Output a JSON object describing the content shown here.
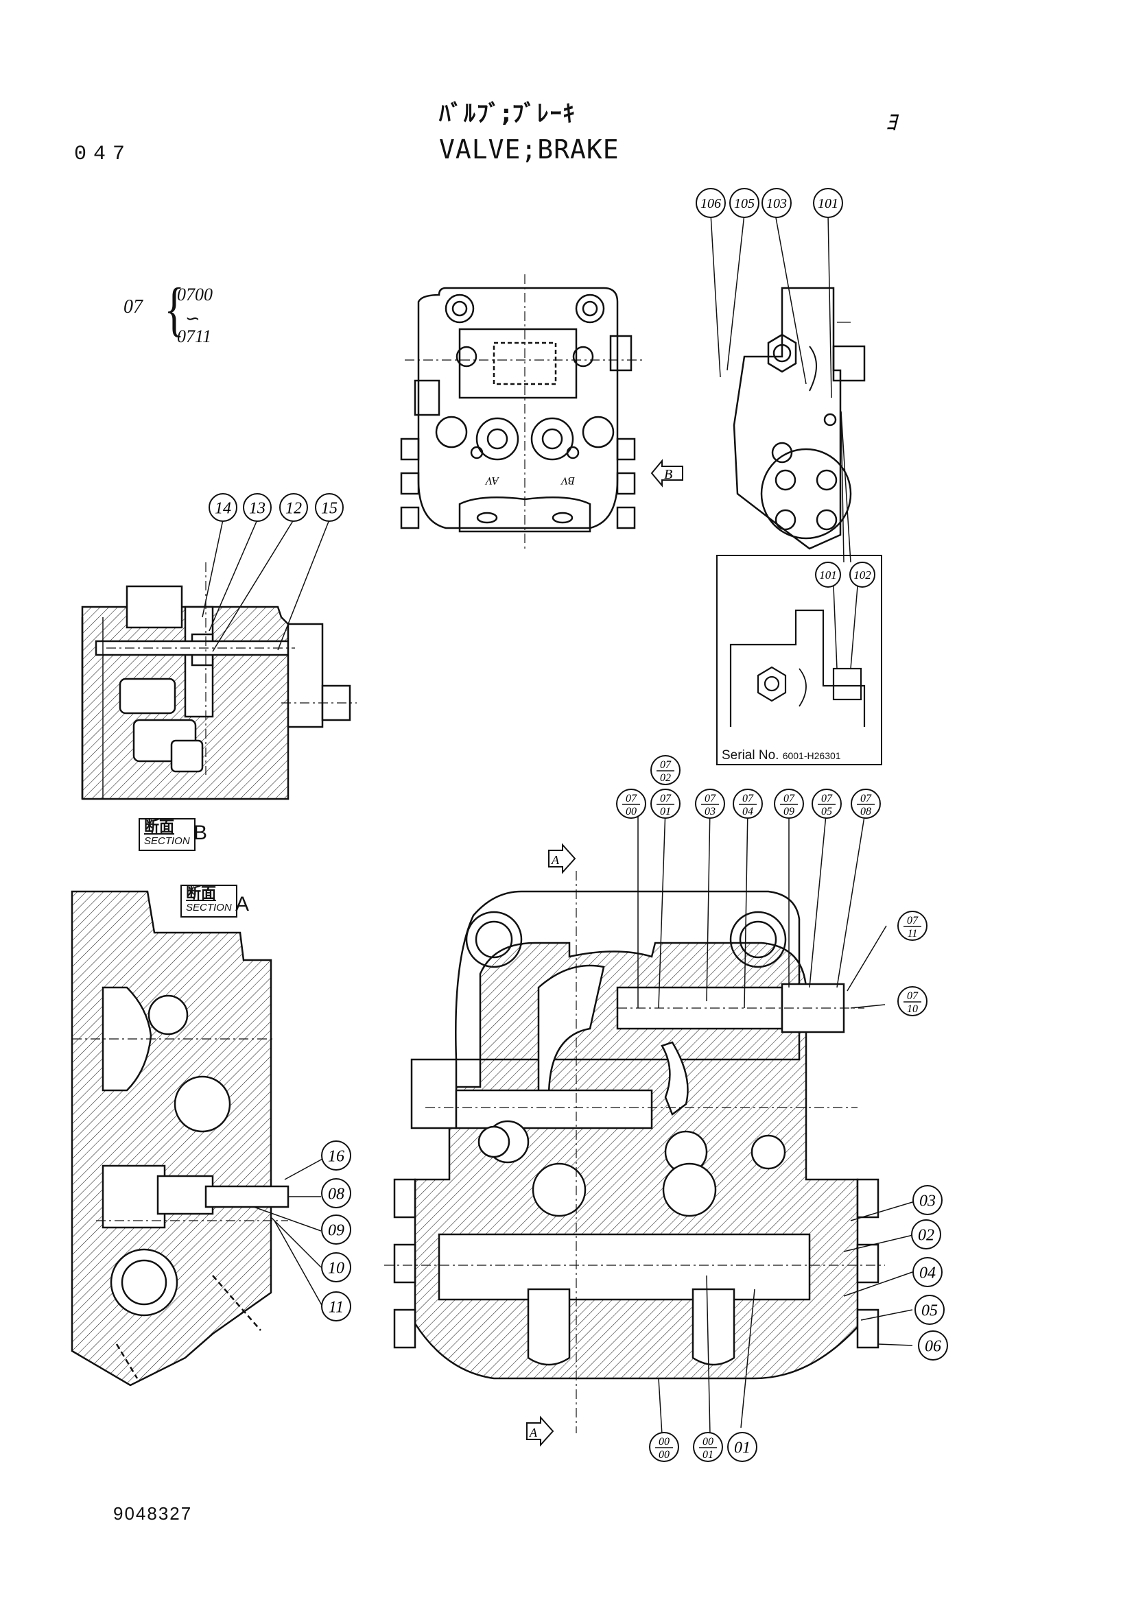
{
  "header": {
    "page_number": "047",
    "title_jp": "ﾊﾞﾙﾌﾞ;ﾌﾞﾚｰｷ",
    "title_en": "VALVE;BRAKE",
    "corner_mark": "ﾖ"
  },
  "assembly_range": {
    "prefix": "07",
    "from": "0700",
    "separator": "∽",
    "to": "0711"
  },
  "sections": [
    {
      "jp": "断面",
      "en": "SECTION",
      "letter": "B"
    },
    {
      "jp": "断面",
      "en": "SECTION",
      "letter": "A"
    }
  ],
  "view_markers": {
    "view_b": "B",
    "cut_a_top": "A",
    "cut_a_bottom": "A"
  },
  "port_labels": {
    "a": "AV",
    "b": "BV"
  },
  "detail": {
    "serial_label": "Serial No.",
    "serial_value": "6001-H26301",
    "callouts": [
      "101",
      "102"
    ]
  },
  "callouts": {
    "top_view": [
      "106",
      "105",
      "103",
      "101"
    ],
    "section_b": [
      "14",
      "13",
      "12",
      "15"
    ],
    "section_a": [
      "16",
      "08",
      "09",
      "10",
      "11"
    ],
    "main_top_single": {
      "top": "07",
      "bottom": "02"
    },
    "main_top_row": [
      {
        "top": "07",
        "bottom": "00"
      },
      {
        "top": "07",
        "bottom": "01"
      },
      {
        "top": "07",
        "bottom": "03"
      },
      {
        "top": "07",
        "bottom": "04"
      },
      {
        "top": "07",
        "bottom": "09"
      },
      {
        "top": "07",
        "bottom": "05"
      },
      {
        "top": "07",
        "bottom": "08"
      }
    ],
    "main_right_fractions": [
      {
        "top": "07",
        "bottom": "11"
      },
      {
        "top": "07",
        "bottom": "10"
      }
    ],
    "main_right": [
      "03",
      "02",
      "04",
      "05",
      "06"
    ],
    "main_bottom_fractions": [
      {
        "top": "00",
        "bottom": "00"
      },
      {
        "top": "00",
        "bottom": "01"
      }
    ],
    "main_bottom": "01"
  },
  "footer": {
    "drawing_number": "9048327"
  }
}
